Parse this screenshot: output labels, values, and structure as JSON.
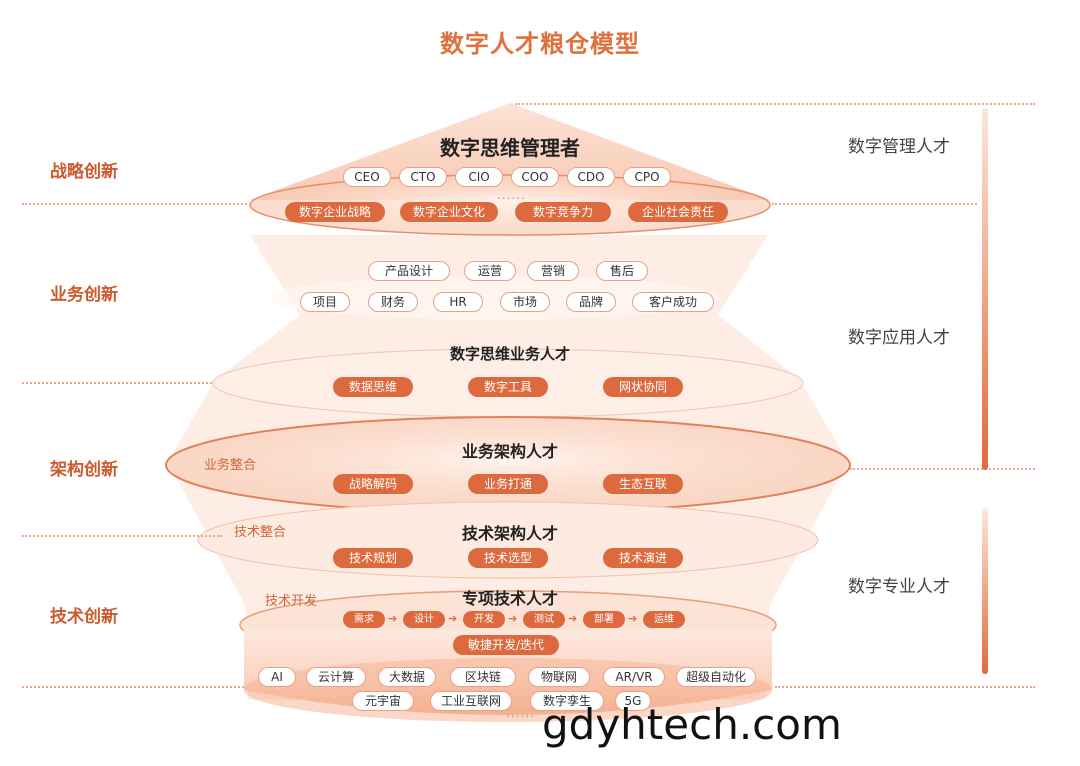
{
  "title": "数字人才粮仓模型",
  "left_labels": [
    "战略创新",
    "业务创新",
    "架构创新",
    "技术创新"
  ],
  "right_labels": [
    "数字管理人才",
    "数字应用人才",
    "数字专业人才"
  ],
  "top": {
    "heading": "数字思维管理者",
    "roles": [
      "CEO",
      "CTO",
      "CIO",
      "COO",
      "CDO",
      "CPO"
    ],
    "dots": "......",
    "pills": [
      "数字企业战略",
      "数字企业文化",
      "数字竞争力",
      "企业社会责任"
    ]
  },
  "business": {
    "row1": [
      "产品设计",
      "运营",
      "营销",
      "售后"
    ],
    "row2": [
      "项目",
      "财务",
      "HR",
      "市场",
      "品牌",
      "客户成功"
    ],
    "heading": "数字思维业务人才",
    "pills": [
      "数据思维",
      "数字工具",
      "网状协同"
    ]
  },
  "arch": {
    "note": "业务整合",
    "heading": "业务架构人才",
    "pills": [
      "战略解码",
      "业务打通",
      "生态互联"
    ]
  },
  "tech_arch": {
    "note": "技术整合",
    "heading": "技术架构人才",
    "pills": [
      "技术规划",
      "技术选型",
      "技术演进"
    ]
  },
  "special": {
    "note": "技术开发",
    "heading": "专项技术人才",
    "flow": [
      "需求",
      "设计",
      "开发",
      "测试",
      "部署",
      "运维"
    ],
    "arrow": "➔",
    "agile": "敏捷开发/迭代"
  },
  "base": {
    "row1": [
      "AI",
      "云计算",
      "大数据",
      "区块链",
      "物联网",
      "AR/VR",
      "超级自动化"
    ],
    "row2": [
      "元宇宙",
      "工业互联网",
      "数字孪生",
      "5G"
    ],
    "dots": "......"
  },
  "watermark": "gdyhtech.com",
  "colors": {
    "accent": "#dc6a3e",
    "title": "#e0703c",
    "label": "#cc5a2e"
  }
}
